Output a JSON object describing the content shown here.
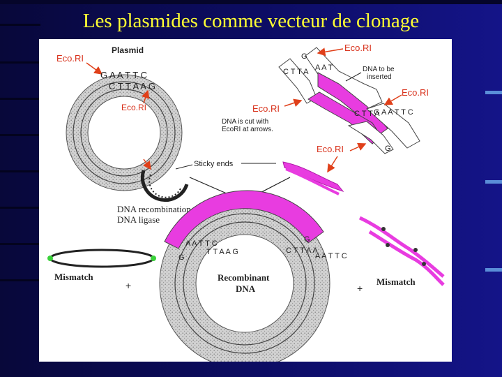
{
  "slide": {
    "title": "Les plasmides comme vecteur de clonage"
  },
  "diagram": {
    "plasmid_title": "Plasmid",
    "ecori_top_left": "Eco.RI",
    "ecori_plasmid_bottom": "Eco.RI",
    "ecori_top_right": "Eco.RI",
    "ecori_right": "Eco.RI",
    "ecori_middle": "Eco.RI",
    "ecori_lower": "Eco.RI",
    "plasmid_top_strand": "G A A T T C",
    "plasmid_bottom_strand": "C T T A A G",
    "dna_to_insert_line1": "DNA to be",
    "dna_to_insert_line2": "inserted",
    "cut_note_line1": "DNA is cut with",
    "cut_note_line2": "EcoRI at arrows.",
    "sticky_ends": "Sticky ends",
    "recombination_line1": "DNA recombination +",
    "recombination_line2": "DNA ligase",
    "recombinant_line1": "Recombinant",
    "recombinant_line2": "DNA",
    "mismatch_left": "Mismatch",
    "mismatch_right": "Mismatch",
    "plus_left": "+",
    "plus_right": "+",
    "colors": {
      "title": "#ffff33",
      "background": "#0c0c62",
      "insert_dna": "#e83ce0",
      "arrow": "#e0401a",
      "ring_band": "#c8c8c8",
      "mismatch_ends": "#3ad13a"
    }
  }
}
